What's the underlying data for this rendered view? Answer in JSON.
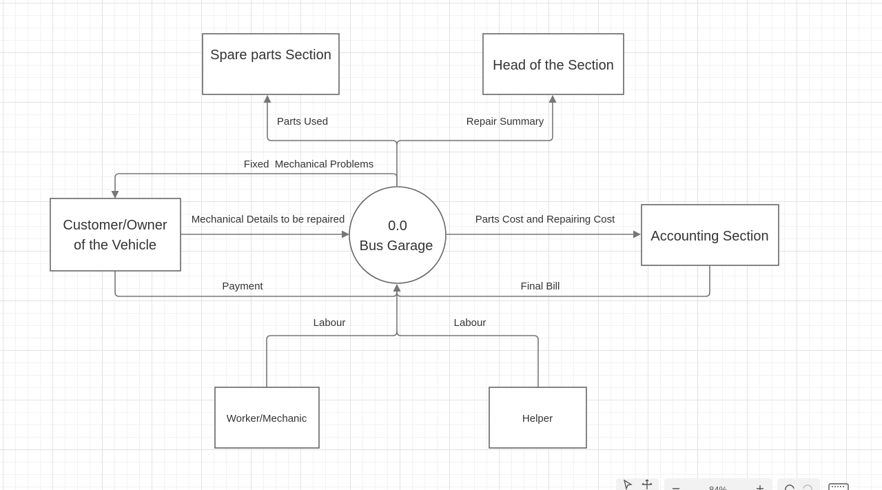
{
  "diagram": {
    "process": {
      "number": "0.0",
      "name": "Bus Garage"
    },
    "entities": {
      "spare_parts": "Spare parts Section",
      "head_section": "Head of the Section",
      "customer_line1": "Customer/Owner",
      "customer_line2": "of the Vehicle",
      "accounting": "Accounting Section",
      "worker": "Worker/Mechanic",
      "helper": "Helper"
    },
    "flows": {
      "parts_used": "Parts Used",
      "repair_summary": "Repair Summary",
      "fixed_problems": "Fixed  Mechanical Problems",
      "mechanical_details": "Mechanical Details to be repaired",
      "parts_cost": "Parts Cost and Repairing Cost",
      "payment": "Payment",
      "final_bill": "Final Bill",
      "labour_worker": "Labour",
      "labour_helper": "Labour"
    }
  },
  "toolbar": {
    "zoom": "84%"
  },
  "colors": {
    "stroke": "#666666",
    "text": "#333333",
    "grid": "#e2e2e2"
  }
}
